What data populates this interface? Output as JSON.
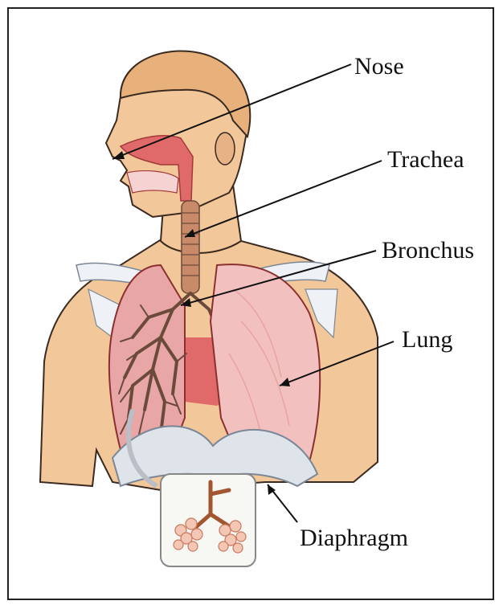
{
  "labels": {
    "nose": "Nose",
    "trachea": "Trachea",
    "bronchus": "Bronchus",
    "lung": "Lung",
    "diaphragm": "Diaphragm"
  },
  "colors": {
    "skin": "#f2c79a",
    "skin_shadow": "#d9a06c",
    "hair": "#e8b07a",
    "airway": "#e06a6a",
    "lung_right": "#f3c0c0",
    "lung_left_bg": "#e9a6a6",
    "bronchi": "#6b4a3a",
    "diaphragm": "#dfe3ea",
    "outline": "#3a2a20"
  },
  "icons": {
    "alveoli": "alveoli-cluster-icon"
  }
}
